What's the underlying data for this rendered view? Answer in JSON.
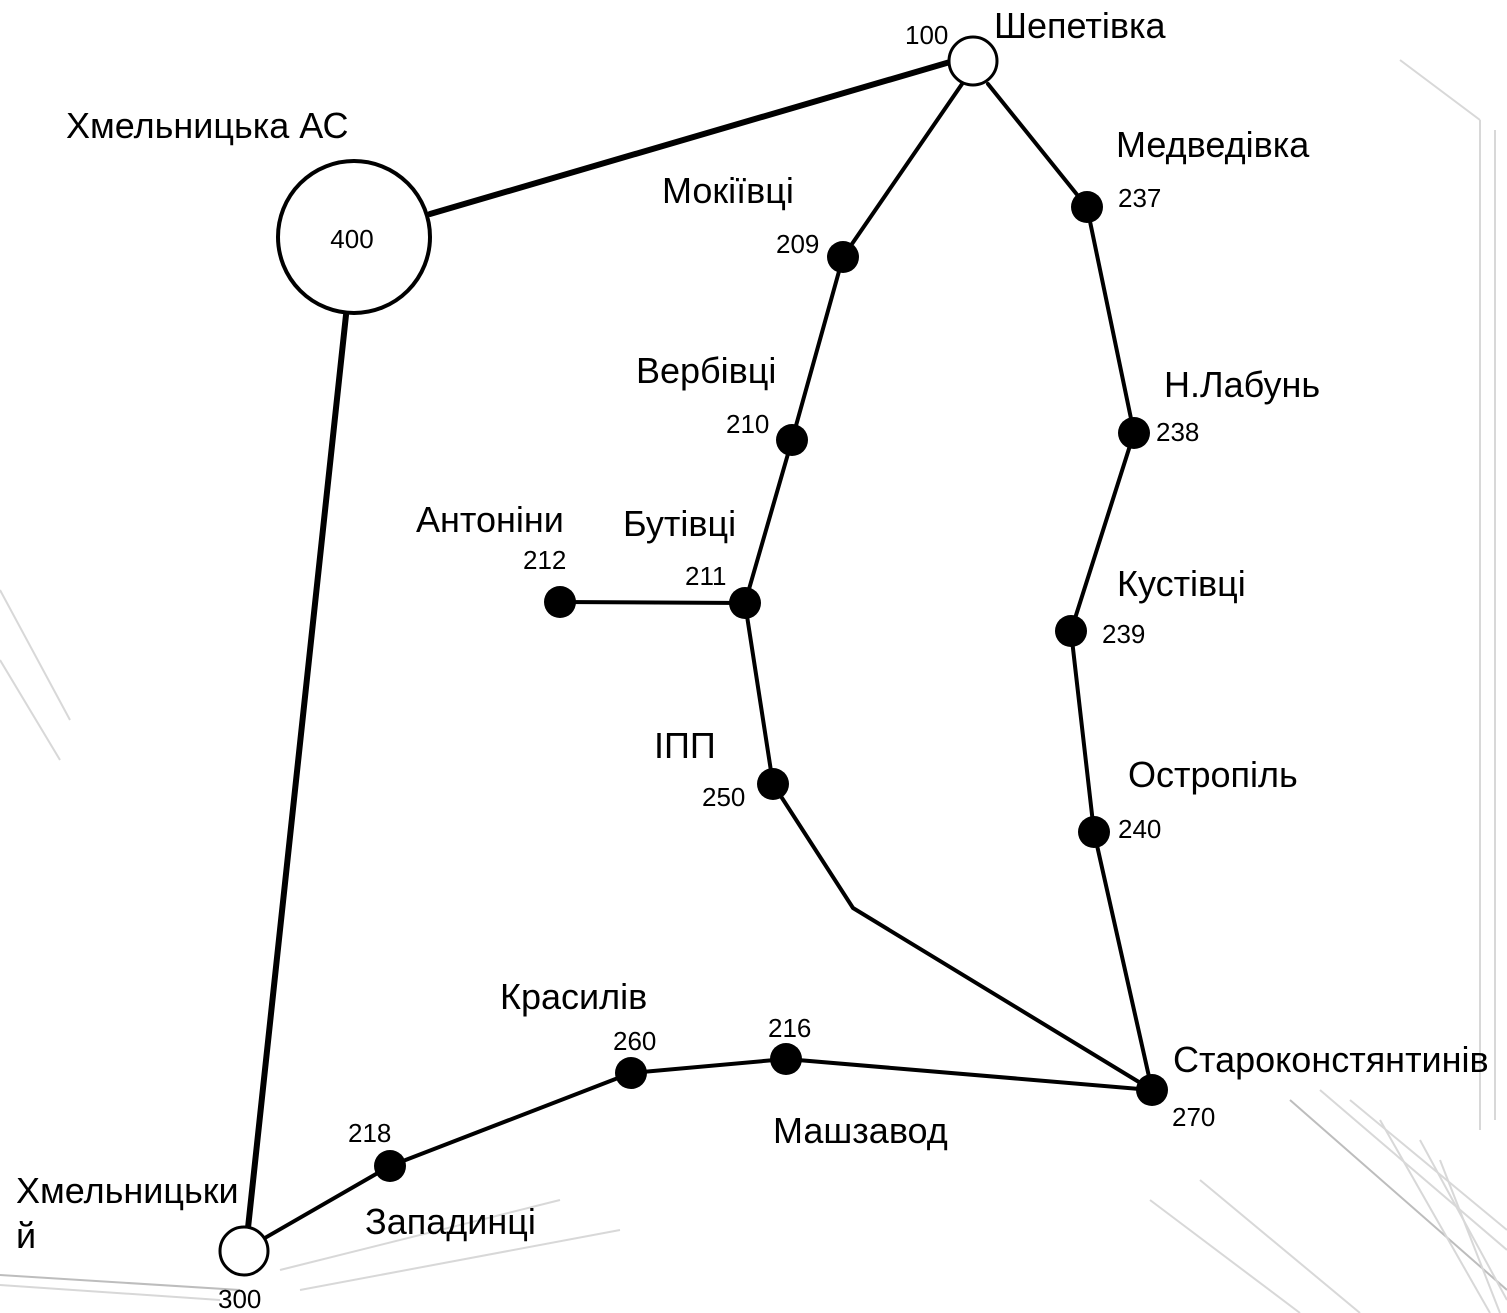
{
  "nodes": {
    "n400": {
      "id": "400",
      "name": "Хмельницька АС",
      "kind": "station"
    },
    "n100": {
      "id": "100",
      "name": "Шепетівка",
      "kind": "substation"
    },
    "n300": {
      "id": "300",
      "name_line1": "Хмельницьки",
      "name_line2": "й",
      "kind": "substation"
    },
    "n209": {
      "id": "209",
      "name": "Мокіївці",
      "kind": "node"
    },
    "n210": {
      "id": "210",
      "name": "Вербівці",
      "kind": "node"
    },
    "n211": {
      "id": "211",
      "name": "Бутівці",
      "kind": "node"
    },
    "n212": {
      "id": "212",
      "name": "Антоніни",
      "kind": "node"
    },
    "n250": {
      "id": "250",
      "name": "ІПП",
      "kind": "node"
    },
    "n237": {
      "id": "237",
      "name": "Медведівка",
      "kind": "node"
    },
    "n238": {
      "id": "238",
      "name": "Н.Лабунь",
      "kind": "node"
    },
    "n239": {
      "id": "239",
      "name": "Кустівці",
      "kind": "node"
    },
    "n240": {
      "id": "240",
      "name": "Остропіль",
      "kind": "node"
    },
    "n270": {
      "id": "270",
      "name": "Староконстянтинів",
      "kind": "node"
    },
    "n216": {
      "id": "216",
      "name": "Машзавод",
      "kind": "node"
    },
    "n260": {
      "id": "260",
      "name": "Красилів",
      "kind": "node"
    },
    "n218": {
      "id": "218",
      "name": "Западинці",
      "kind": "node"
    }
  },
  "edges": [
    [
      "400",
      "100"
    ],
    [
      "400",
      "300"
    ],
    [
      "100",
      "209"
    ],
    [
      "209",
      "210"
    ],
    [
      "210",
      "211"
    ],
    [
      "211",
      "212"
    ],
    [
      "211",
      "250"
    ],
    [
      "250",
      "270"
    ],
    [
      "100",
      "237"
    ],
    [
      "237",
      "238"
    ],
    [
      "238",
      "239"
    ],
    [
      "239",
      "240"
    ],
    [
      "240",
      "270"
    ],
    [
      "270",
      "216"
    ],
    [
      "216",
      "260"
    ],
    [
      "260",
      "218"
    ],
    [
      "218",
      "300"
    ]
  ],
  "colors": {
    "line": "#000000",
    "background": "#ffffff",
    "node_fill": "#000000"
  }
}
